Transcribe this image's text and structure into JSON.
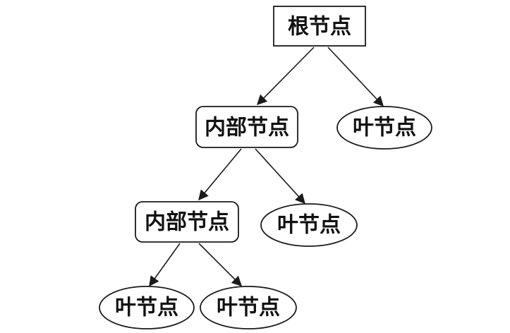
{
  "diagram": {
    "nodes": {
      "root": {
        "label": "根节点",
        "kind": "internal"
      },
      "internal_1": {
        "label": "内部节点",
        "kind": "internal"
      },
      "leaf_1": {
        "label": "叶节点",
        "kind": "leaf"
      },
      "internal_2": {
        "label": "内部节点",
        "kind": "internal"
      },
      "leaf_2": {
        "label": "叶节点",
        "kind": "leaf"
      },
      "leaf_3": {
        "label": "叶节点",
        "kind": "leaf"
      },
      "leaf_4": {
        "label": "叶节点",
        "kind": "leaf"
      }
    },
    "edges": [
      {
        "from": "root",
        "to": "internal_1"
      },
      {
        "from": "root",
        "to": "leaf_1"
      },
      {
        "from": "internal_1",
        "to": "internal_2"
      },
      {
        "from": "internal_1",
        "to": "leaf_2"
      },
      {
        "from": "internal_2",
        "to": "leaf_3"
      },
      {
        "from": "internal_2",
        "to": "leaf_4"
      }
    ]
  }
}
